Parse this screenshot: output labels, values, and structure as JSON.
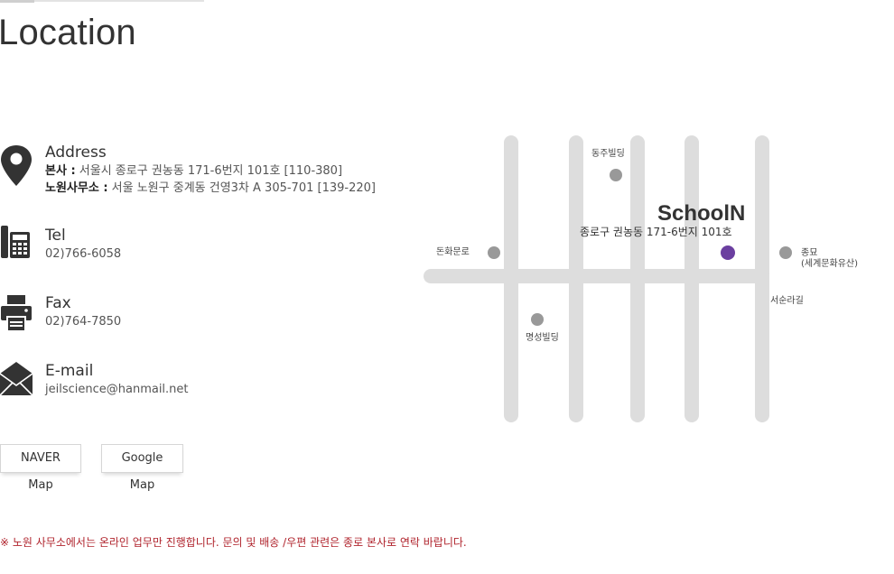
{
  "page": {
    "title": "Location"
  },
  "contact": {
    "address": {
      "heading": "Address",
      "hq_label": "본사 :",
      "hq_value": " 서울시 종로구 권농동 171-6번지 101호 [110-380]",
      "branch_label": "노원사무소 :",
      "branch_value": " 서울 노원구 중계동 건영3차 A 305-701 [139-220]",
      "icon": "map-pin-icon"
    },
    "tel": {
      "heading": "Tel",
      "value": "02)766-6058",
      "icon": "telephone-icon"
    },
    "fax": {
      "heading": "Fax",
      "value": "02)764-7850",
      "icon": "fax-icon"
    },
    "email": {
      "heading": "E-mail",
      "value": "jeilscience@hanmail.net",
      "icon": "envelope-icon"
    }
  },
  "buttons": {
    "naver": "NAVER Map",
    "google": "Google Map"
  },
  "notice": "※ 노원 사무소에서는 온라인 업무만 진행합니다. 문의 및 배송 /우편 관련은 종로 본사로 연락 바랍니다.",
  "map": {
    "brand": "SchoolN",
    "address": "종로구 권농동 171-6번지 101호",
    "landmarks": {
      "dongju": "동주빌딩",
      "donhwa": "돈화문로",
      "jongmyo": "종묘",
      "jongmyo_sub": "(세계문화유산)",
      "seosun": "서순라길",
      "myeongseong": "명성빌딩"
    },
    "colors": {
      "road": "#dddddd",
      "marker": "#999999",
      "target": "#6b3fa0"
    }
  }
}
